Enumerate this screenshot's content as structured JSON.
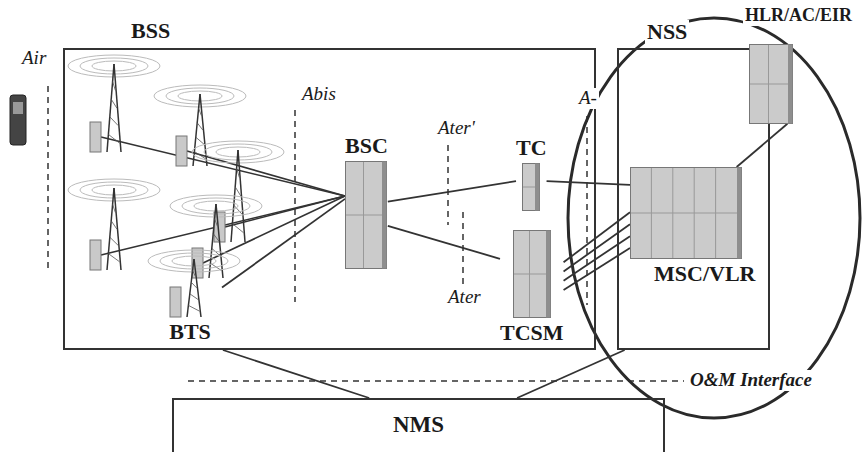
{
  "diagram": {
    "nodes": [
      {
        "text": [
          "BSS"
        ]
      },
      {
        "text": [
          "BTS"
        ],
        "in": 0
      },
      {
        "text": [
          "BSC"
        ],
        "in": 0
      },
      {
        "text": [
          "TC"
        ],
        "in": 0
      },
      {
        "text": [
          "TCSM"
        ],
        "in": 0
      },
      {
        "text": [
          "NSS"
        ]
      },
      {
        "text": [
          "HLR/AC/EIR"
        ],
        "in": 5
      },
      {
        "text": [
          "MSC/VLR"
        ],
        "in": 5
      },
      {
        "text": [
          "NMS"
        ]
      }
    ],
    "edges": [
      {
        "from": 1,
        "to": 2,
        "arrow": "none"
      },
      {
        "from": 2,
        "to": 3,
        "arrow": "none"
      },
      {
        "from": 2,
        "to": 4,
        "arrow": "none"
      },
      {
        "from": 3,
        "to": 7,
        "arrow": "none"
      },
      {
        "from": 4,
        "to": 7,
        "arrow": "none"
      },
      {
        "from": 4,
        "to": 7,
        "arrow": "none"
      },
      {
        "from": 4,
        "to": 7,
        "arrow": "none"
      },
      {
        "from": 4,
        "to": 7,
        "arrow": "none"
      },
      {
        "from": 7,
        "to": 6,
        "arrow": "none"
      },
      {
        "from": 0,
        "to": 8,
        "arrow": "none"
      },
      {
        "from": 5,
        "to": 8,
        "arrow": "none"
      }
    ],
    "labels": [
      "Air",
      "Abis",
      "Ater'",
      "Ater",
      "A-",
      "O&M Interface"
    ]
  }
}
